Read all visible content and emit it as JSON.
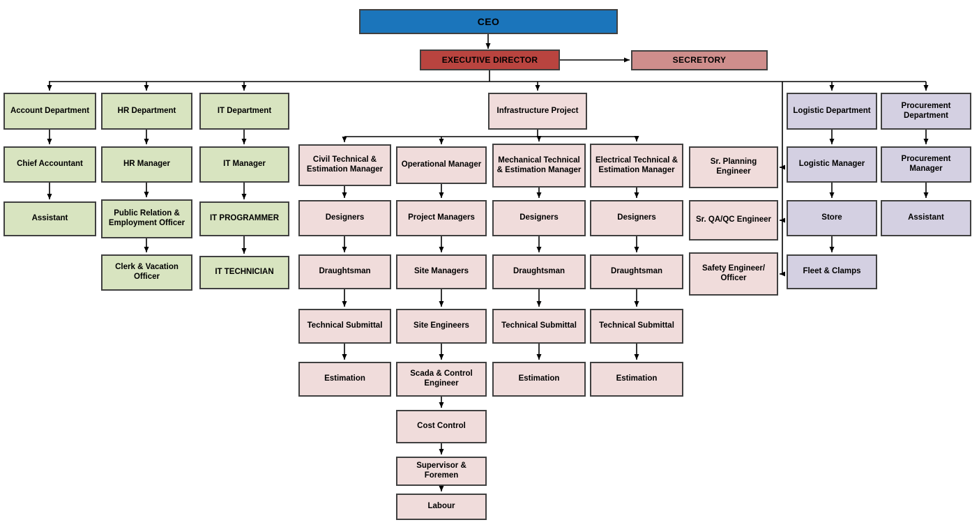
{
  "nodes": {
    "ceo": "CEO",
    "executive_director": "EXECUTIVE DIRECTOR",
    "secretory": "SECRETORY",
    "account_department": "Account Department",
    "chief_accountant": "Chief Accountant",
    "assistant_accounts": "Assistant",
    "hr_department": "HR Department",
    "hr_manager": "HR Manager",
    "public_relation_officer": "Public Relation & Employment Officer",
    "clerk_vacation_officer": "Clerk & Vacation Officer",
    "it_department": "IT Department",
    "it_manager": "IT Manager",
    "it_programmer": "IT PROGRAMMER",
    "it_technician": "IT TECHNICIAN",
    "infrastructure_project": "Infrastructure Project",
    "civil_manager": "Civil Technical & Estimation Manager",
    "civil_designers": "Designers",
    "civil_draughtsman": "Draughtsman",
    "civil_technical_submittal": "Technical Submittal",
    "civil_estimation": "Estimation",
    "operational_manager": "Operational Manager",
    "project_managers": "Project Managers",
    "site_managers": "Site Managers",
    "site_engineers": "Site Engineers",
    "scada_control_engineer": "Scada & Control Engineer",
    "cost_control": "Cost Control",
    "supervisor_foremen": "Supervisor & Foremen",
    "labour": "Labour",
    "mechanical_manager": "Mechanical Technical & Estimation Manager",
    "mechanical_designers": "Designers",
    "mechanical_draughtsman": "Draughtsman",
    "mechanical_technical_submittal": "Technical Submittal",
    "mechanical_estimation": "Estimation",
    "electrical_manager": "Electrical Technical & Estimation Manager",
    "electrical_designers": "Designers",
    "electrical_draughtsman": "Draughtsman",
    "electrical_technical_submittal": "Technical Submittal",
    "electrical_estimation": "Estimation",
    "sr_planning_engineer": "Sr. Planning Engineer",
    "sr_qaqc_engineer": "Sr. QA/QC Engineer",
    "safety_engineer_officer": "Safety Engineer/ Officer",
    "logistic_department": "Logistic Department",
    "logistic_manager": "Logistic Manager",
    "store": "Store",
    "fleet_clamps": "Fleet & Clamps",
    "procurement_department": "Procurement Department",
    "procurement_manager": "Procurement Manager",
    "assistant_procurement": "Assistant"
  },
  "colors": {
    "ceo_fill": "#1b75bb",
    "executive_fill": "#b9443f",
    "secretory_fill": "#cf8e8c",
    "admin_fill": "#d8e4c0",
    "project_fill": "#f0dcdb",
    "supply_fill": "#d4d0e2",
    "border": "#404040",
    "line": "#000000"
  }
}
